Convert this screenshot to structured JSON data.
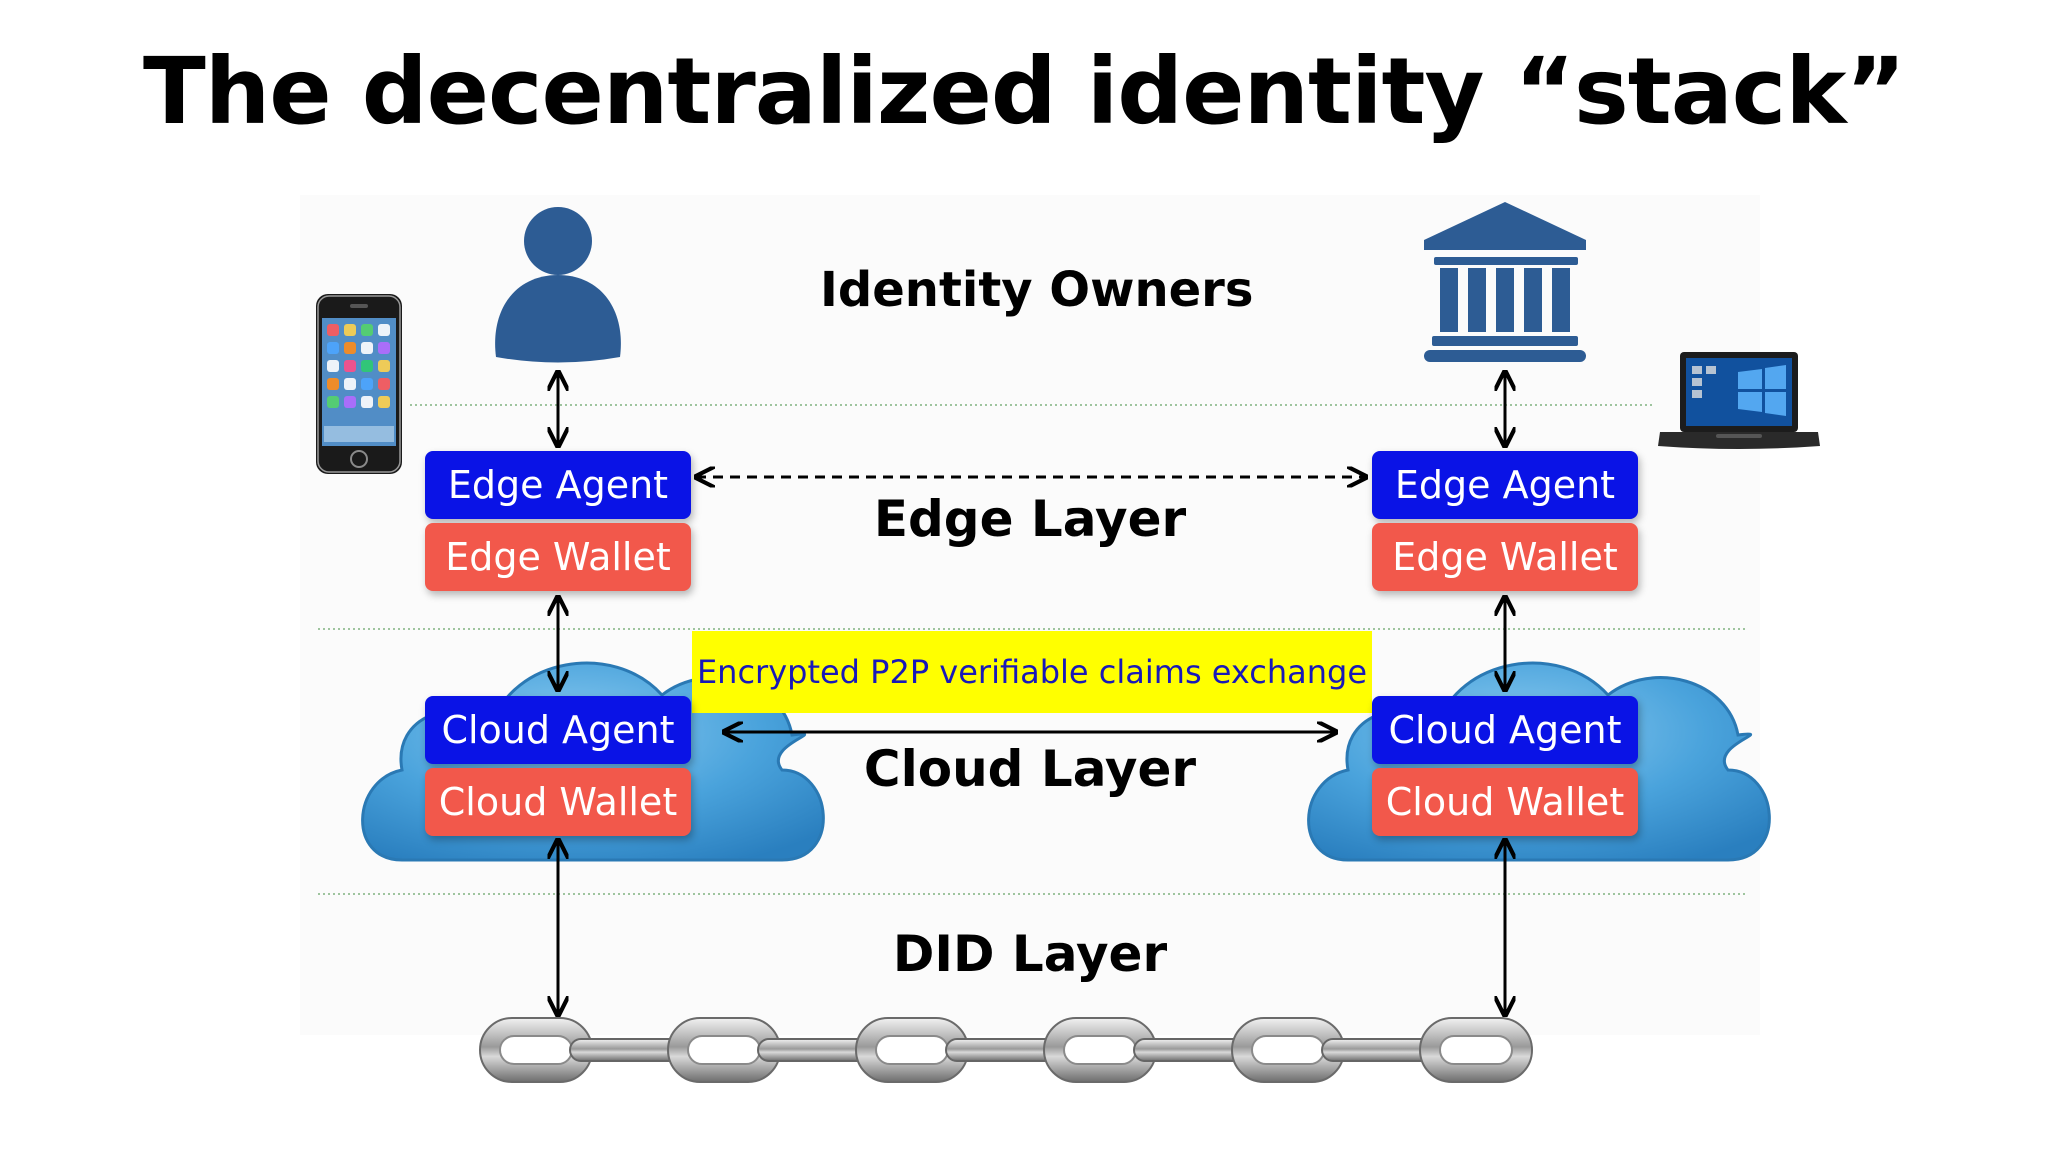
{
  "title": "The decentralized identity “stack”",
  "layers": {
    "identity_owners": "Identity Owners",
    "edge": "Edge Layer",
    "cloud": "Cloud Layer",
    "did": "DID Layer"
  },
  "left_stack": {
    "edge_agent": "Edge Agent",
    "edge_wallet": "Edge Wallet",
    "cloud_agent": "Cloud Agent",
    "cloud_wallet": "Cloud Wallet"
  },
  "right_stack": {
    "edge_agent": "Edge Agent",
    "edge_wallet": "Edge Wallet",
    "cloud_agent": "Cloud Agent",
    "cloud_wallet": "Cloud Wallet"
  },
  "claims_exchange": "Encrypted P2P verifiable claims exchange",
  "icons": {
    "person": "person-icon",
    "institution": "bank-icon",
    "phone": "smartphone-icon",
    "laptop": "laptop-icon",
    "cloud": "cloud-icon",
    "chain": "chain-icon"
  },
  "colors": {
    "agent": "#0a13e6",
    "wallet": "#f2584b",
    "claims_bg": "#ffff00",
    "claims_text": "#1919b8",
    "icon_blue": "#2d5c94",
    "cloud_blue": "#3e9bd6",
    "divider": "#7fb27f"
  }
}
